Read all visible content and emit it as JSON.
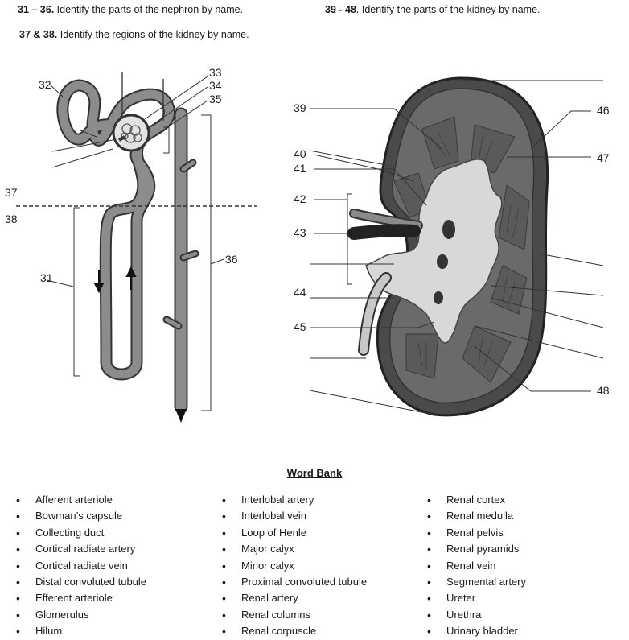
{
  "instructions": {
    "nephron_parts": {
      "numbers": "31 – 36.",
      "text": " Identify the parts of the nephron by name."
    },
    "kidney_parts": {
      "numbers": "39 - 48",
      "text": ". Identify the parts of the kidney by name."
    },
    "kidney_regions": {
      "numbers": "37 & 38.",
      "text": " Identify the regions of the kidney by name."
    }
  },
  "nephron_labels": [
    "31",
    "32",
    "33",
    "34",
    "35",
    "36",
    "37",
    "38"
  ],
  "kidney_labels": [
    "39",
    "40",
    "41",
    "42",
    "43",
    "44",
    "45",
    "46",
    "47",
    "48"
  ],
  "word_bank": {
    "title": "Word Bank",
    "columns": [
      [
        "Afferent arteriole",
        "Bowman’s capsule",
        "Collecting duct",
        "Cortical radiate artery",
        "Cortical radiate vein",
        "Distal convoluted tubule",
        "Efferent arteriole",
        "Glomerulus",
        "Hilum"
      ],
      [
        "Interlobal artery",
        "Interlobal vein",
        "Loop of Henle",
        "Major calyx",
        "Minor calyx",
        "Proximal convoluted tubule",
        "Renal artery",
        "Renal columns",
        "Renal corpuscle"
      ],
      [
        "Renal cortex",
        "Renal medulla",
        "Renal pelvis",
        "Renal pyramids",
        "Renal vein",
        "Segmental artery",
        "Ureter",
        "Urethra",
        "Urinary bladder"
      ]
    ]
  }
}
